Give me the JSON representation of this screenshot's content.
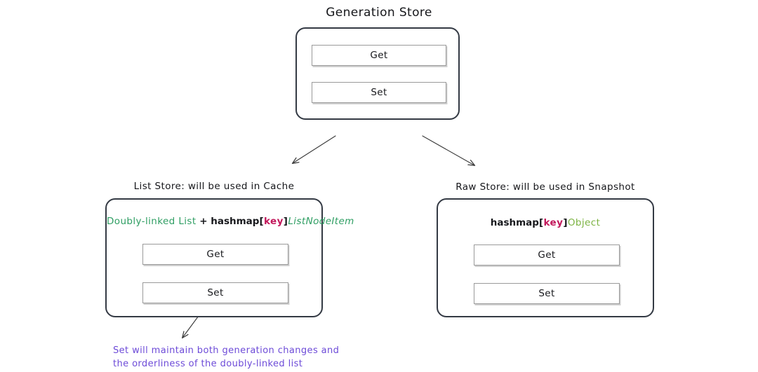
{
  "diagram": {
    "title": "Generation Store",
    "stroke_color": "#343a44",
    "accent_colors": {
      "green": "#2f9e63",
      "olive": "#7cb342",
      "crimson": "#c2185b",
      "purple": "#6d4bd8",
      "arrow": "#3c3c3c"
    }
  },
  "root_node": {
    "title": "Generation Store",
    "methods": [
      {
        "label": "Get"
      },
      {
        "label": "Set"
      }
    ]
  },
  "children": [
    {
      "caption": "List Store: will be used in Cache",
      "heading_segments": [
        {
          "text": "Doubly-linked List ",
          "style": "green"
        },
        {
          "text": "+ hashmap",
          "style": "plain"
        },
        {
          "text": "[",
          "style": "bracket"
        },
        {
          "text": "key",
          "style": "red"
        },
        {
          "text": "]",
          "style": "bracket"
        },
        {
          "text": "ListNodeItem",
          "style": "green-italic"
        }
      ],
      "methods": [
        {
          "label": "Get"
        },
        {
          "label": "Set"
        }
      ]
    },
    {
      "caption": "Raw Store: will be used in Snapshot",
      "heading_segments": [
        {
          "text": "hashmap",
          "style": "plain"
        },
        {
          "text": "[",
          "style": "bracket"
        },
        {
          "text": "key",
          "style": "red"
        },
        {
          "text": "]",
          "style": "bracket"
        },
        {
          "text": "Object",
          "style": "olive"
        }
      ],
      "methods": [
        {
          "label": "Get"
        },
        {
          "label": "Set"
        }
      ]
    }
  ],
  "annotation": {
    "text": "Set will maintain both generation changes and\nthe orderliness of the doubly-linked list"
  }
}
